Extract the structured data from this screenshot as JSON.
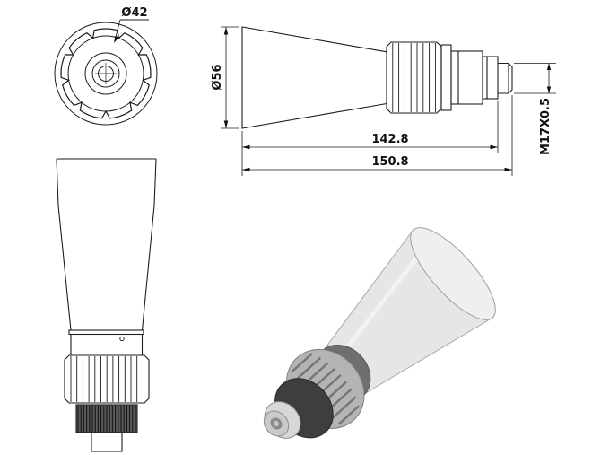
{
  "page": {
    "background": "#ffffff",
    "line_color": "#1c1c1c",
    "metal_light": "#e6e6e6",
    "metal_mid": "#b4b4b4",
    "metal_dark": "#3e3e3e"
  },
  "dimensions": {
    "front_diameter": "Ø42",
    "body_diameter": "Ø56",
    "body_length": "142.8",
    "total_length": "150.8",
    "thread_spec": "M17X0.5"
  }
}
